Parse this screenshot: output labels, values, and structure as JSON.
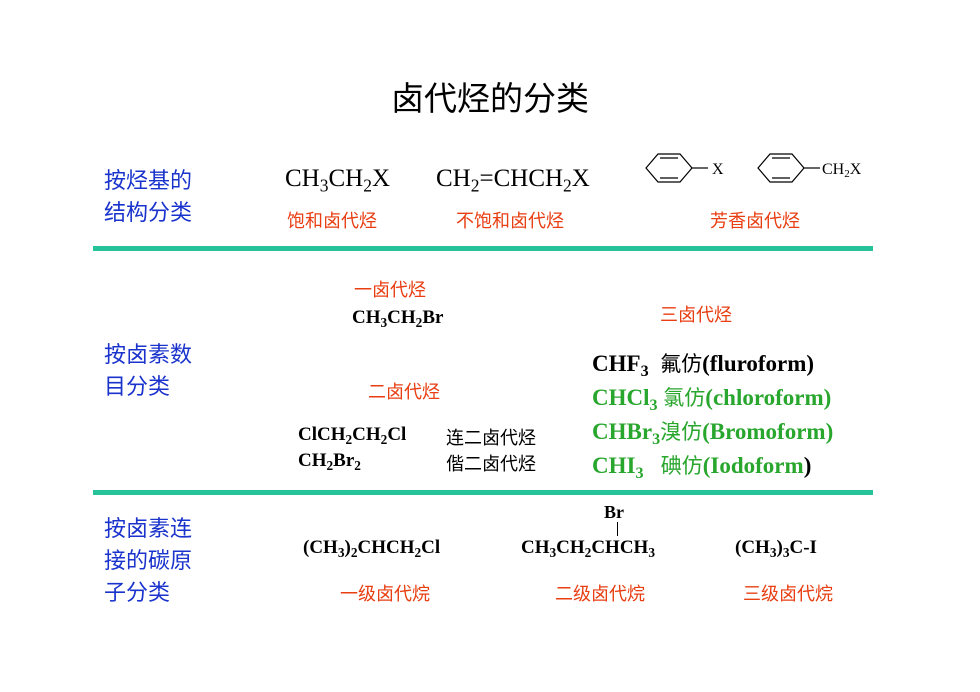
{
  "title": "卤代烃的分类",
  "section1": {
    "category_line1": "按烃基的",
    "category_line2": "结构分类",
    "formula1": "CH3CH2X",
    "formula2": "CH2=CHCH2X",
    "benzene_sub1": "X",
    "benzene_sub2": "CH2X",
    "label1": "饱和卤代烃",
    "label2": "不饱和卤代烃",
    "label3": "芳香卤代烃"
  },
  "section2": {
    "category_line1": "按卤素数",
    "category_line2": "目分类",
    "mono_label": "一卤代烃",
    "mono_formula": "CH3CH2Br",
    "di_label": "二卤代烃",
    "vic_formula": "ClCH2CH2Cl",
    "vic_label": "连二卤代烃",
    "gem_formula": "CH2Br2",
    "gem_label": "偕二卤代烃",
    "tri_label": "三卤代烃",
    "haloforms": [
      {
        "formula": "CHF3",
        "name": "氟仿(fluroform)",
        "color": "#000000"
      },
      {
        "formula": "CHCl3",
        "name": "氯仿(chloroform)",
        "color": "#29a62e"
      },
      {
        "formula": "CHBr3",
        "name": "溴仿(Bromoform)",
        "color": "#29a62e"
      },
      {
        "formula": "CHI3",
        "name": "碘仿(Iodoform)",
        "color": "#29a62e"
      }
    ]
  },
  "section3": {
    "category_line1": "按卤素连",
    "category_line2": "接的碳原",
    "category_line3": "子分类",
    "primary_formula": "(CH3)2CHCH2Cl",
    "secondary_br": "Br",
    "secondary_formula": "CH3CH2CHCH3",
    "tertiary_formula": "(CH3)3C-I",
    "primary_label": "一级卤代烷",
    "secondary_label": "二级卤代烷",
    "tertiary_label": "三级卤代烷"
  },
  "colors": {
    "category": "#1a33cc",
    "label": "#e83e12",
    "highlight": "#29a62e",
    "divider": "#26c29a"
  }
}
